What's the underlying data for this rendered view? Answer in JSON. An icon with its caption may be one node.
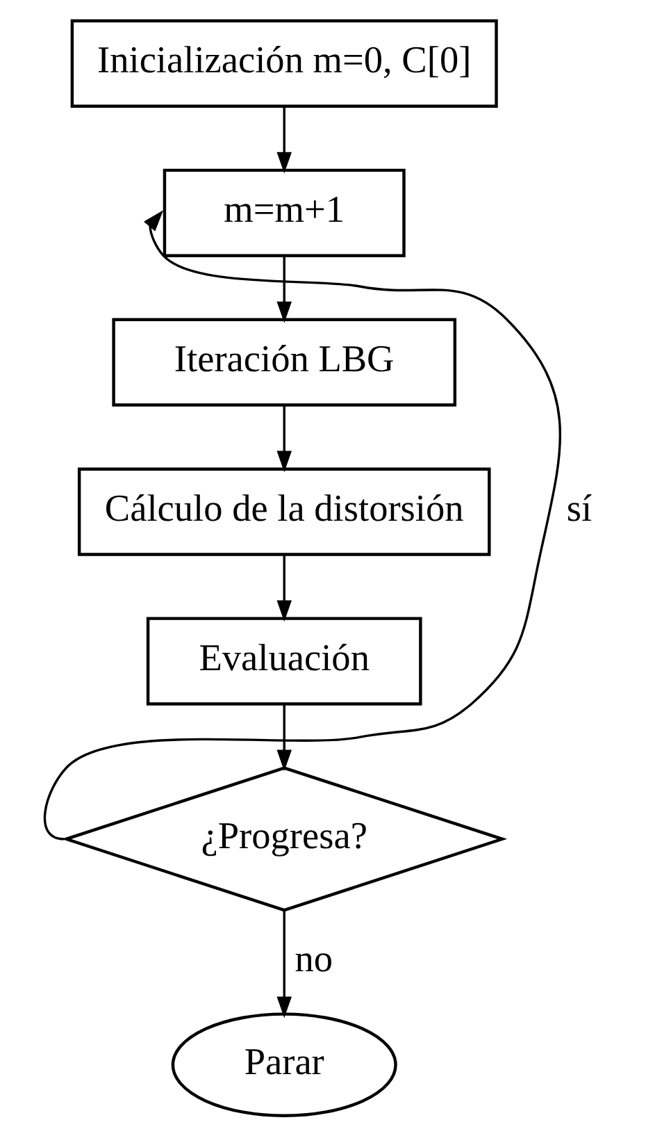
{
  "diagram": {
    "nodes": [
      {
        "text": [
          "Inicialización m=0, C[0]"
        ]
      },
      {
        "text": [
          "m=m+1"
        ]
      },
      {
        "text": [
          "Iteración LBG"
        ]
      },
      {
        "text": [
          "Cálculo de la distorsión"
        ]
      },
      {
        "text": [
          "Evaluación"
        ]
      },
      {
        "text": [
          "¿Progresa?"
        ]
      },
      {
        "text": [
          "Parar"
        ]
      }
    ],
    "edges": [
      {
        "from": 0,
        "to": 1,
        "arrow": "to"
      },
      {
        "from": 1,
        "to": 2,
        "arrow": "to"
      },
      {
        "from": 2,
        "to": 3,
        "arrow": "to"
      },
      {
        "from": 3,
        "to": 4,
        "arrow": "to"
      },
      {
        "from": 4,
        "to": 5,
        "arrow": "to"
      },
      {
        "from": 5,
        "to": 1,
        "arrow": "to",
        "label": "sí"
      },
      {
        "from": 5,
        "to": 6,
        "arrow": "to",
        "label": "no"
      }
    ]
  }
}
